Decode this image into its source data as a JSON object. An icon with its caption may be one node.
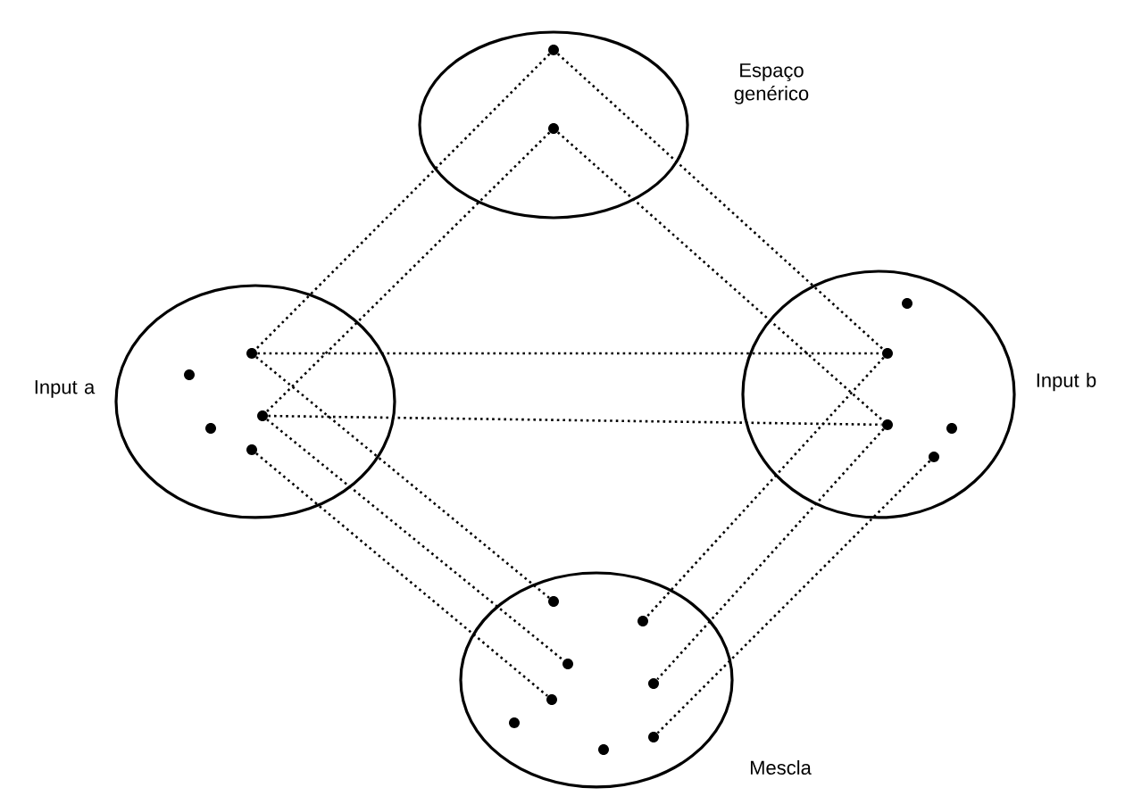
{
  "diagram": {
    "nodes": [
      {
        "text": [
          "Espaço genérico"
        ]
      },
      {
        "text": [],
        "shape": "circle",
        "in": 0
      },
      {
        "text": [],
        "shape": "circle",
        "in": 0
      },
      {
        "text": [
          "Input a"
        ]
      },
      {
        "text": [],
        "shape": "circle",
        "in": 3
      },
      {
        "text": [],
        "shape": "circle",
        "in": 3
      },
      {
        "text": [],
        "shape": "circle",
        "in": 3
      },
      {
        "text": [],
        "shape": "circle",
        "in": 3
      },
      {
        "text": [],
        "shape": "circle",
        "in": 3
      },
      {
        "text": [
          "Input b"
        ]
      },
      {
        "text": [],
        "shape": "circle",
        "in": 9
      },
      {
        "text": [],
        "shape": "circle",
        "in": 9
      },
      {
        "text": [],
        "shape": "circle",
        "in": 9
      },
      {
        "text": [],
        "shape": "circle",
        "in": 9
      },
      {
        "text": [],
        "shape": "circle",
        "in": 9
      },
      {
        "text": [
          "Mescla"
        ]
      },
      {
        "text": [],
        "shape": "circle",
        "in": 15
      },
      {
        "text": [],
        "shape": "circle",
        "in": 15
      },
      {
        "text": [],
        "shape": "circle",
        "in": 15
      },
      {
        "text": [],
        "shape": "circle",
        "in": 15
      },
      {
        "text": [],
        "shape": "circle",
        "in": 15
      },
      {
        "text": [],
        "shape": "circle",
        "in": 15
      },
      {
        "text": [],
        "shape": "circle",
        "in": 15
      },
      {
        "text": [],
        "shape": "circle",
        "in": 15
      }
    ],
    "edges": [
      {
        "from": 1,
        "to": 4,
        "arrow": "none"
      },
      {
        "from": 1,
        "to": 11,
        "arrow": "none"
      },
      {
        "from": 2,
        "to": 6,
        "arrow": "none"
      },
      {
        "from": 2,
        "to": 12,
        "arrow": "none"
      },
      {
        "from": 4,
        "to": 11,
        "arrow": "none"
      },
      {
        "from": 6,
        "to": 12,
        "arrow": "none"
      },
      {
        "from": 4,
        "to": 16,
        "arrow": "none"
      },
      {
        "from": 6,
        "to": 18,
        "arrow": "none"
      },
      {
        "from": 8,
        "to": 20,
        "arrow": "none"
      },
      {
        "from": 11,
        "to": 17,
        "arrow": "none"
      },
      {
        "from": 12,
        "to": 19,
        "arrow": "none"
      },
      {
        "from": 14,
        "to": 22,
        "arrow": "none"
      }
    ]
  }
}
